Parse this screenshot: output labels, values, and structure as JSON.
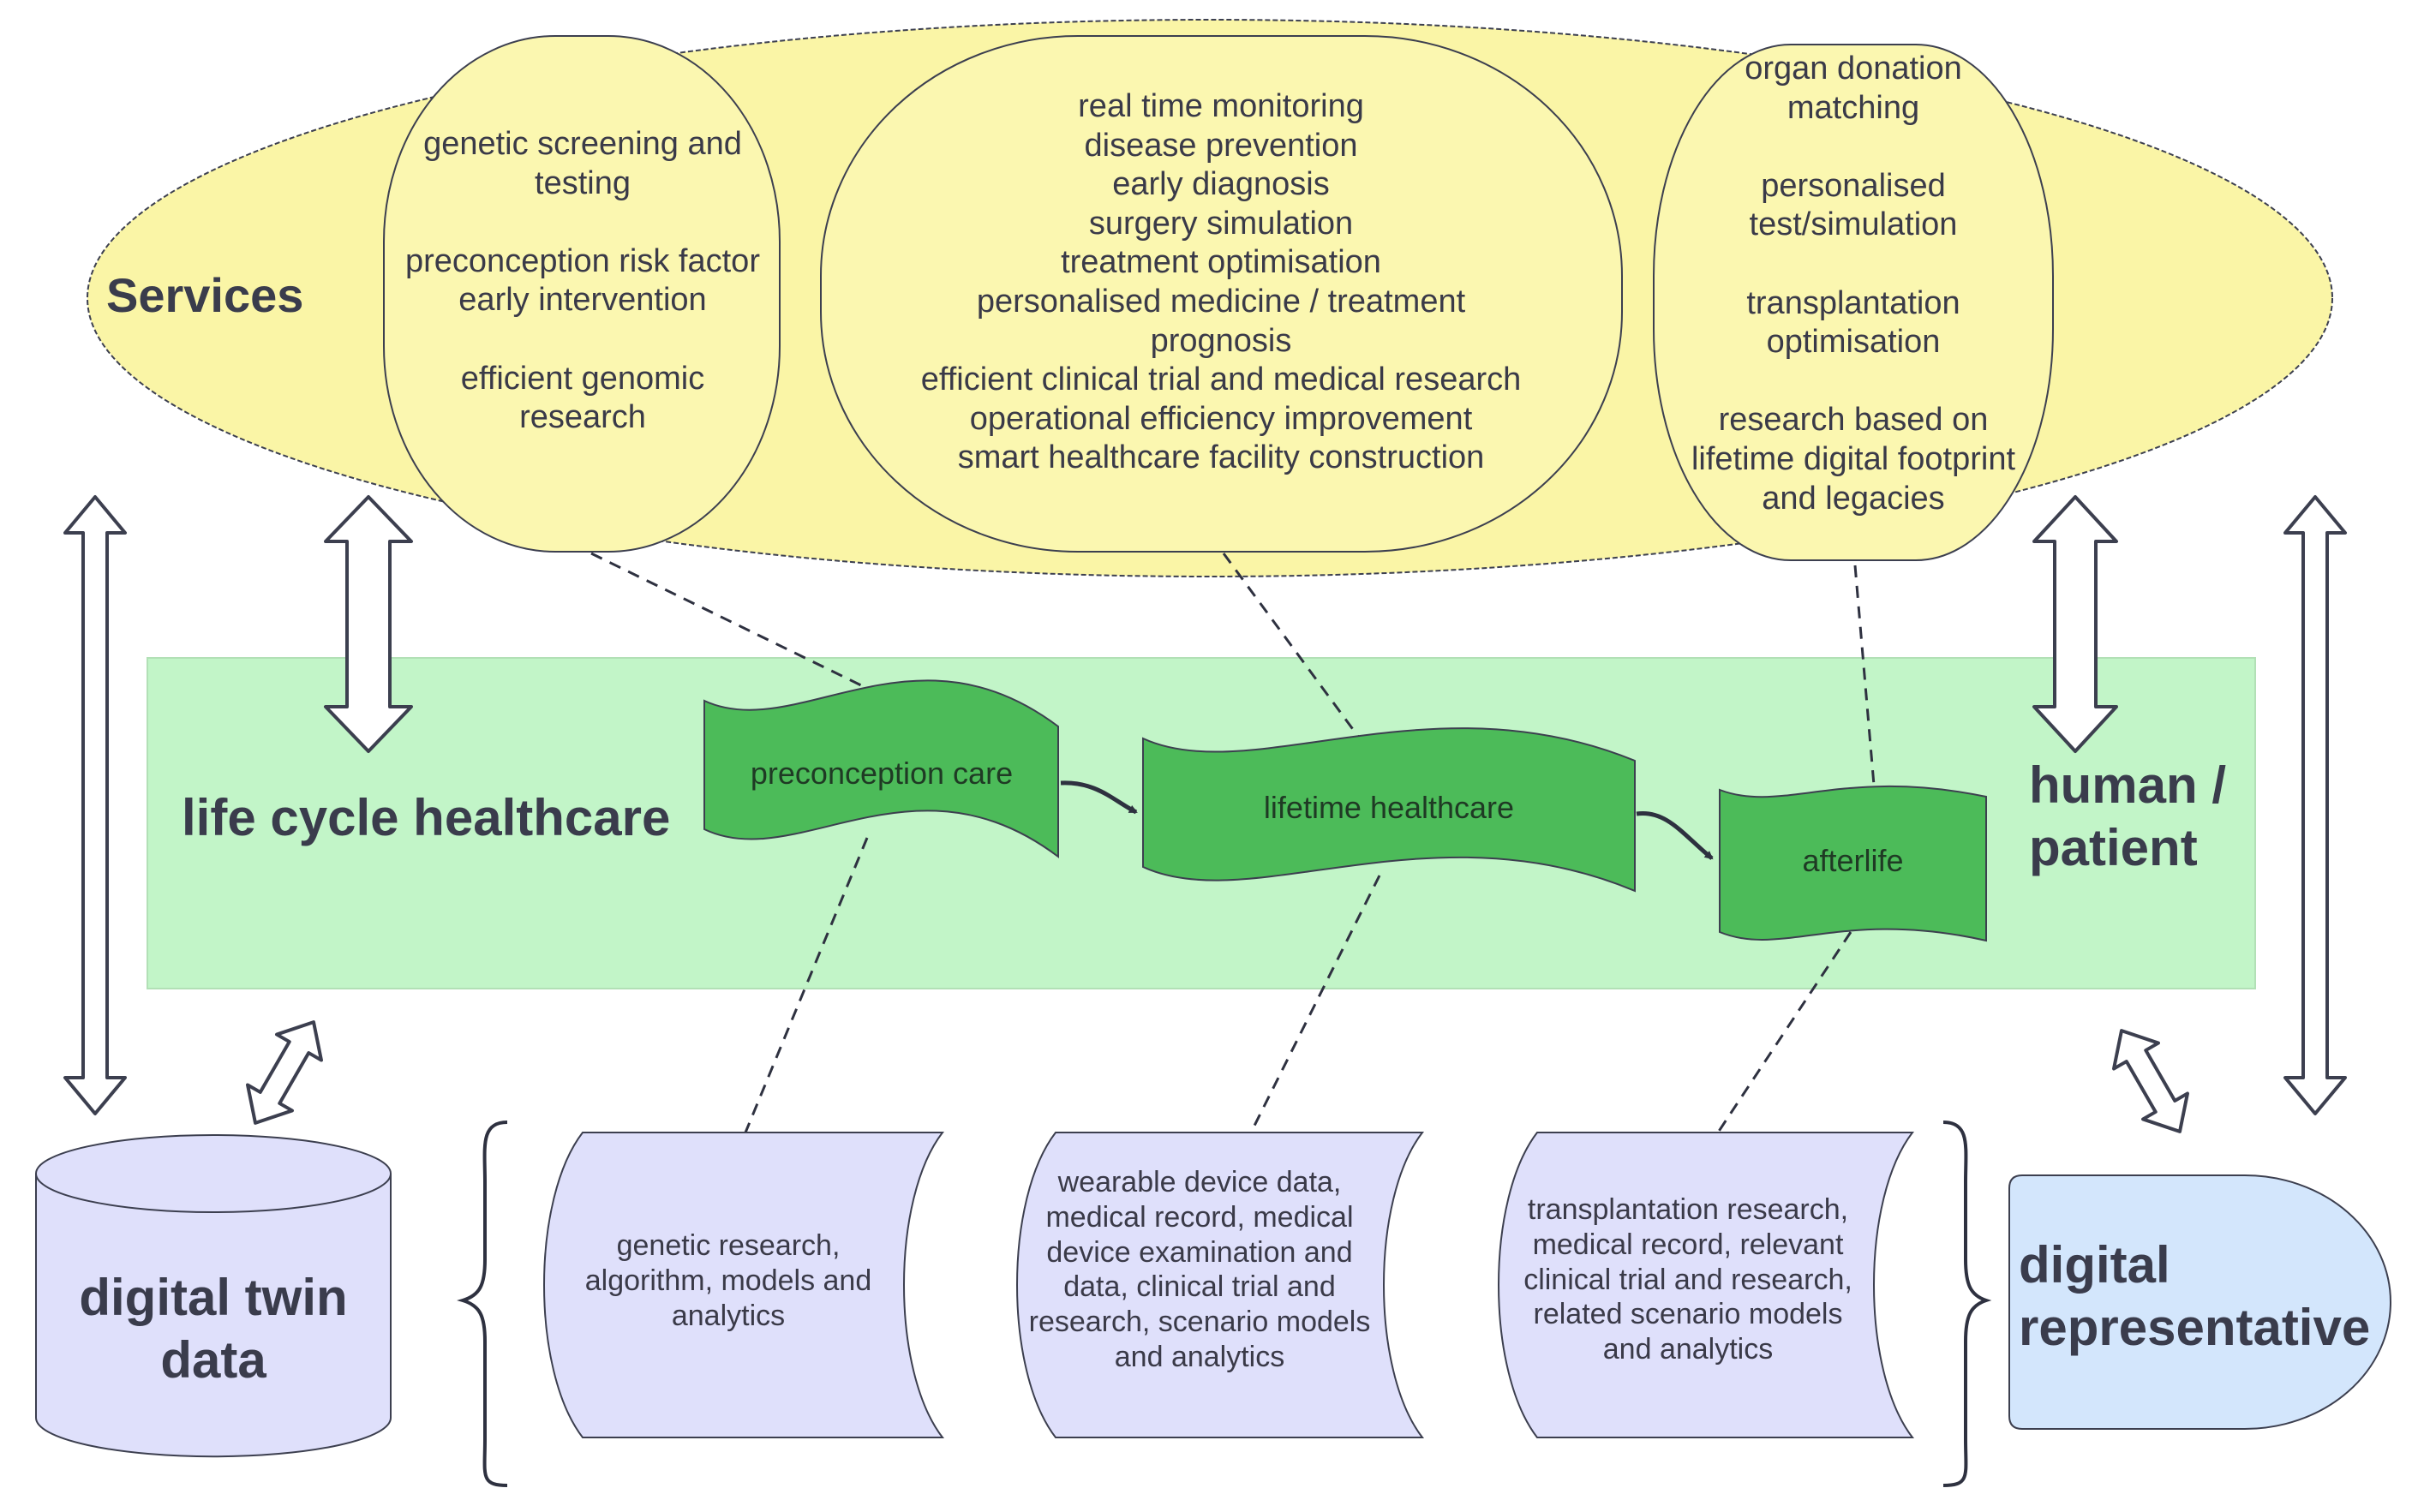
{
  "services": {
    "title": "Services",
    "preconception_services": "genetic screening and\ntesting\n\npreconception risk factor\nearly intervention\n\nefficient genomic\nresearch",
    "lifetime_services": "real time monitoring\ndisease prevention\nearly diagnosis\nsurgery simulation\ntreatment optimisation\npersonalised medicine / treatment\nprognosis\nefficient clinical trial and medical research\noperational efficiency improvement\nsmart healthcare facility construction",
    "afterlife_services": "organ donation\nmatching\n\npersonalised\ntest/simulation\n\ntransplantation\noptimisation\n\nresearch based on\nlifetime digital footprint\nand legacies"
  },
  "lifecycle": {
    "title": "life cycle healthcare",
    "stages": [
      "preconception care",
      "lifetime healthcare",
      "afterlife"
    ]
  },
  "human": {
    "title": "human /\npatient"
  },
  "digital_twin": {
    "title": "digital twin\ndata"
  },
  "data_stores": [
    "genetic research,\nalgorithm, models and\nanalytics",
    "wearable device data,\nmedical record, medical\ndevice examination and\ndata, clinical trial and\nresearch, scenario models\nand analytics",
    "transplantation research,\nmedical record, relevant\nclinical trial and research,\nrelated scenario models\nand analytics"
  ],
  "digital_representative": {
    "title": "digital\nrepresentative"
  },
  "colors": {
    "services_fill": "#faf5a6",
    "lifecycle_fill": "#c2f5c8",
    "stage_fill": "#4cbb59",
    "data_fill": "#dfe0fb",
    "representative_fill": "#d3e6fc",
    "stroke": "#3c3f4f"
  }
}
